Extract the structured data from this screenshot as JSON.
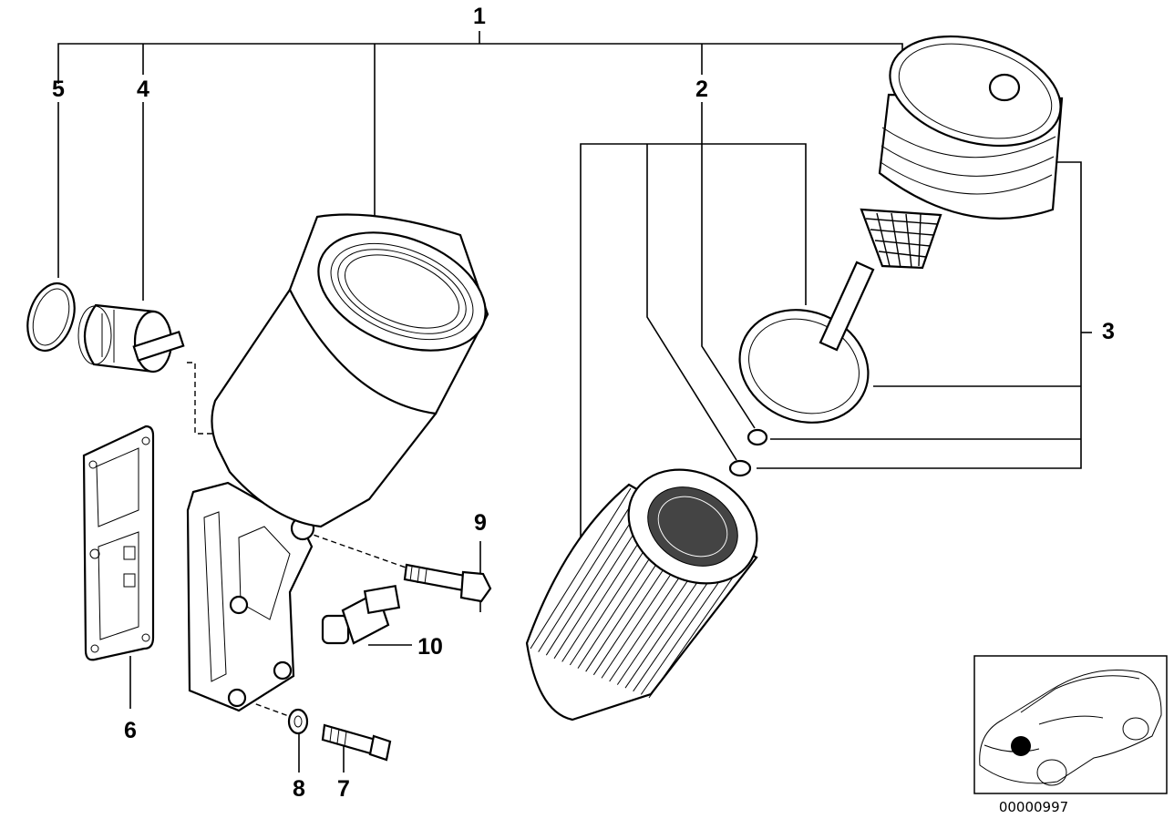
{
  "callouts": {
    "c1": "1",
    "c2": "2",
    "c3": "3",
    "c4": "4",
    "c5": "5",
    "c6": "6",
    "c7": "7",
    "c8": "8",
    "c9": "9",
    "c10": "10"
  },
  "reference_number": "00000997",
  "thumbnail_icon": "car-location-thumbnail"
}
